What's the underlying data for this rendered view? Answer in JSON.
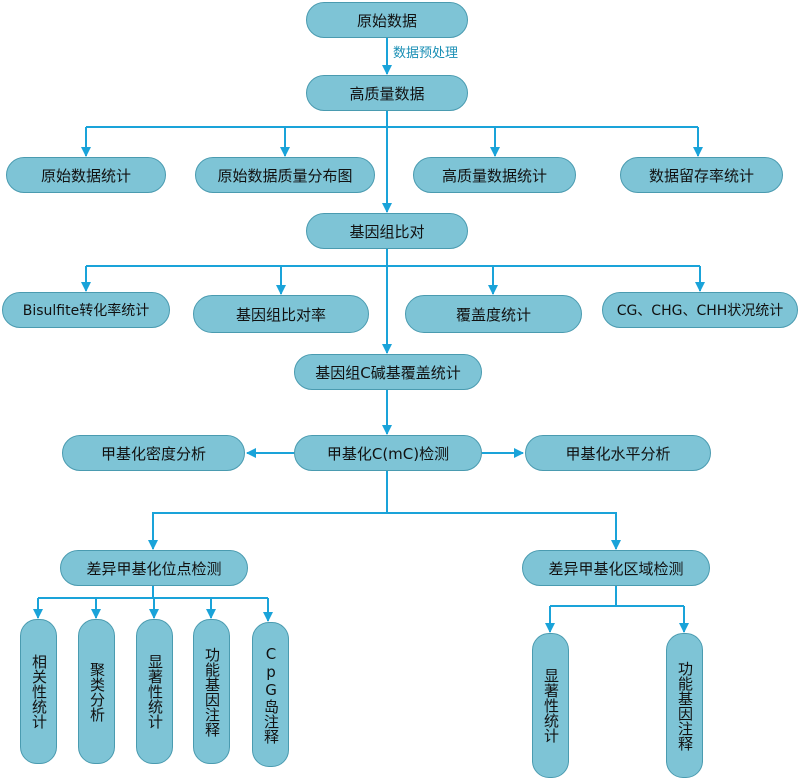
{
  "nodes": {
    "raw": "原始数据",
    "hq": "高质量数据",
    "raw_stats": "原始数据统计",
    "raw_quality": "原始数据质量分布图",
    "hq_stats": "高质量数据统计",
    "retention": "数据留存率统计",
    "align": "基因组比对",
    "bisulfite": "Bisulfite转化率统计",
    "align_rate": "基因组比对率",
    "coverage": "覆盖度统计",
    "context": "CG、CHG、CHH状况统计",
    "c_cov": "基因组C碱基覆盖统计",
    "density": "甲基化密度分析",
    "detect": "甲基化C(mC)检测",
    "level": "甲基化水平分析",
    "dmc": "差异甲基化位点检测",
    "dmr": "差异甲基化区域检测",
    "dmc_corr": "相关性统计",
    "dmc_cluster": "聚类分析",
    "dmc_sig": "显著性统计",
    "dmc_func": "功能基因注释",
    "dmc_cpg": "CpG岛注释",
    "dmr_sig": "显著性统计",
    "dmr_func": "功能基因注释"
  },
  "edge_labels": {
    "preprocess": "数据预处理"
  },
  "colors": {
    "node_fill": "#7ec4d6",
    "node_border": "#4a9bb0",
    "arrow": "#1aa3d9",
    "label": "#1a8fb5"
  }
}
